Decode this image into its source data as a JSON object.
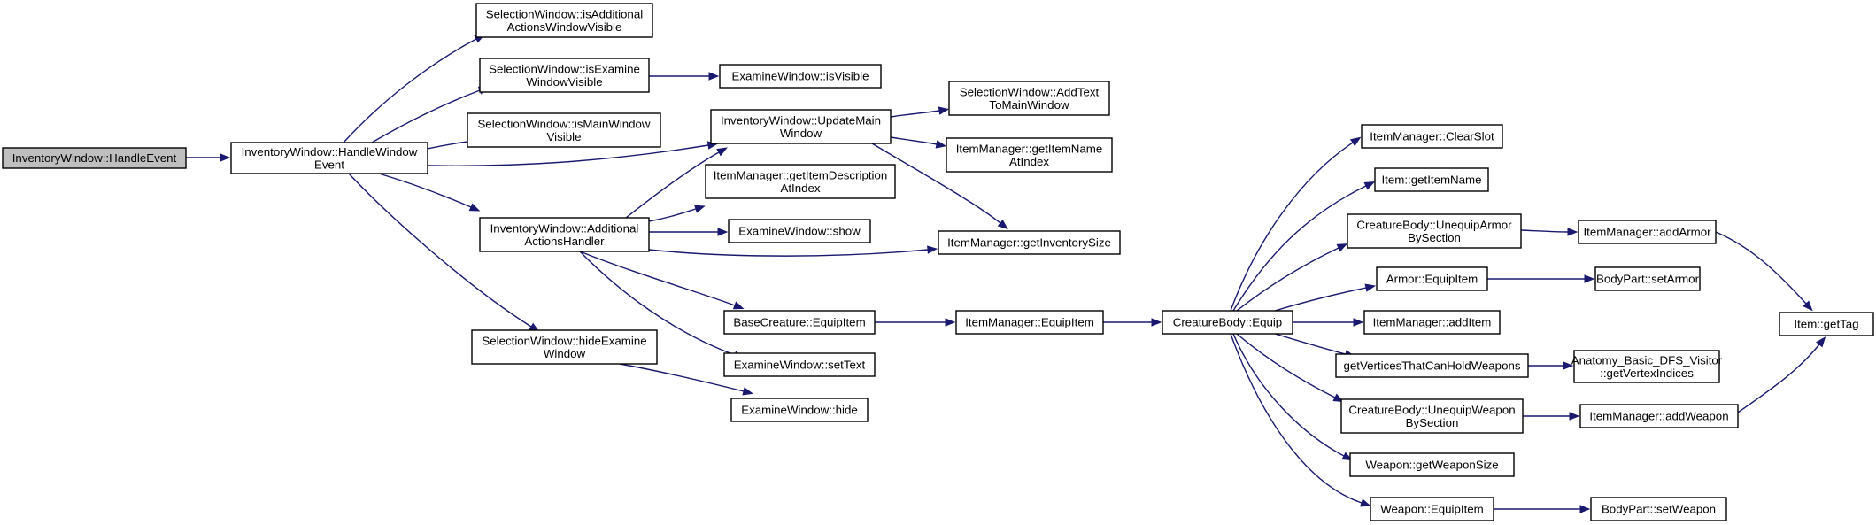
{
  "colors": {
    "root_fill": "#bfbfbf",
    "node_fill": "#ffffff",
    "edge": "#191970",
    "border": "#000000"
  },
  "nodes": [
    {
      "id": "n0",
      "root": true,
      "lines": [
        "InventoryWindow::HandleEvent"
      ]
    },
    {
      "id": "n1",
      "lines": [
        "InventoryWindow::HandleWindow",
        "Event"
      ]
    },
    {
      "id": "n2",
      "lines": [
        "SelectionWindow::isAdditional",
        "ActionsWindowVisible"
      ]
    },
    {
      "id": "n3",
      "lines": [
        "SelectionWindow::isExamine",
        "WindowVisible"
      ]
    },
    {
      "id": "n4",
      "lines": [
        "SelectionWindow::isMainWindow",
        "Visible"
      ]
    },
    {
      "id": "n5",
      "lines": [
        "InventoryWindow::UpdateMain",
        "Window"
      ]
    },
    {
      "id": "n6",
      "lines": [
        "InventoryWindow::Additional",
        "ActionsHandler"
      ]
    },
    {
      "id": "n7",
      "lines": [
        "SelectionWindow::hideExamine",
        "Window"
      ]
    },
    {
      "id": "n8",
      "lines": [
        "ExamineWindow::isVisible"
      ]
    },
    {
      "id": "n9",
      "lines": [
        "ItemManager::getItemDescription",
        "AtIndex"
      ]
    },
    {
      "id": "n10",
      "lines": [
        "ExamineWindow::show"
      ]
    },
    {
      "id": "n11",
      "lines": [
        "BaseCreature::EquipItem"
      ]
    },
    {
      "id": "n12",
      "lines": [
        "ExamineWindow::setText"
      ]
    },
    {
      "id": "n13",
      "lines": [
        "ExamineWindow::hide"
      ]
    },
    {
      "id": "n14",
      "lines": [
        "SelectionWindow::AddText",
        "ToMainWindow"
      ]
    },
    {
      "id": "n15",
      "lines": [
        "ItemManager::getItemName",
        "AtIndex"
      ]
    },
    {
      "id": "n16",
      "lines": [
        "ItemManager::getInventorySize"
      ]
    },
    {
      "id": "n17",
      "lines": [
        "ItemManager::EquipItem"
      ]
    },
    {
      "id": "n18",
      "lines": [
        "CreatureBody::Equip"
      ]
    },
    {
      "id": "n19",
      "lines": [
        "ItemManager::ClearSlot"
      ]
    },
    {
      "id": "n20",
      "lines": [
        "Item::getItemName"
      ]
    },
    {
      "id": "n21",
      "lines": [
        "CreatureBody::UnequipArmor",
        "BySection"
      ]
    },
    {
      "id": "n22",
      "lines": [
        "Armor::EquipItem"
      ]
    },
    {
      "id": "n23",
      "lines": [
        "ItemManager::addItem"
      ]
    },
    {
      "id": "n24",
      "lines": [
        "getVerticesThatCanHoldWeapons"
      ]
    },
    {
      "id": "n25",
      "lines": [
        "CreatureBody::UnequipWeapon",
        "BySection"
      ]
    },
    {
      "id": "n26",
      "lines": [
        "Weapon::getWeaponSize"
      ]
    },
    {
      "id": "n27",
      "lines": [
        "Weapon::EquipItem"
      ]
    },
    {
      "id": "n28",
      "lines": [
        "ItemManager::addArmor"
      ]
    },
    {
      "id": "n29",
      "lines": [
        "BodyPart::setArmor"
      ]
    },
    {
      "id": "n30",
      "lines": [
        "Anatomy_Basic_DFS_Visitor",
        "::getVertexIndices"
      ]
    },
    {
      "id": "n31",
      "lines": [
        "ItemManager::addWeapon"
      ]
    },
    {
      "id": "n32",
      "lines": [
        "BodyPart::setWeapon"
      ]
    },
    {
      "id": "n33",
      "lines": [
        "Item::getTag"
      ]
    }
  ],
  "edges": [
    {
      "from": "n0",
      "to": "n1"
    },
    {
      "from": "n1",
      "to": "n2"
    },
    {
      "from": "n1",
      "to": "n3"
    },
    {
      "from": "n1",
      "to": "n4"
    },
    {
      "from": "n1",
      "to": "n5"
    },
    {
      "from": "n1",
      "to": "n6"
    },
    {
      "from": "n1",
      "to": "n7"
    },
    {
      "from": "n3",
      "to": "n8"
    },
    {
      "from": "n5",
      "to": "n14"
    },
    {
      "from": "n5",
      "to": "n15"
    },
    {
      "from": "n5",
      "to": "n16"
    },
    {
      "from": "n6",
      "to": "n5"
    },
    {
      "from": "n6",
      "to": "n9"
    },
    {
      "from": "n6",
      "to": "n10"
    },
    {
      "from": "n6",
      "to": "n16"
    },
    {
      "from": "n6",
      "to": "n11"
    },
    {
      "from": "n6",
      "to": "n12"
    },
    {
      "from": "n7",
      "to": "n13"
    },
    {
      "from": "n11",
      "to": "n17"
    },
    {
      "from": "n17",
      "to": "n18"
    },
    {
      "from": "n18",
      "to": "n19"
    },
    {
      "from": "n18",
      "to": "n20"
    },
    {
      "from": "n18",
      "to": "n21"
    },
    {
      "from": "n18",
      "to": "n22"
    },
    {
      "from": "n18",
      "to": "n23"
    },
    {
      "from": "n18",
      "to": "n24"
    },
    {
      "from": "n18",
      "to": "n25"
    },
    {
      "from": "n18",
      "to": "n26"
    },
    {
      "from": "n18",
      "to": "n27"
    },
    {
      "from": "n21",
      "to": "n28"
    },
    {
      "from": "n22",
      "to": "n29"
    },
    {
      "from": "n24",
      "to": "n30"
    },
    {
      "from": "n25",
      "to": "n31"
    },
    {
      "from": "n27",
      "to": "n32"
    },
    {
      "from": "n28",
      "to": "n33"
    },
    {
      "from": "n31",
      "to": "n33"
    }
  ]
}
